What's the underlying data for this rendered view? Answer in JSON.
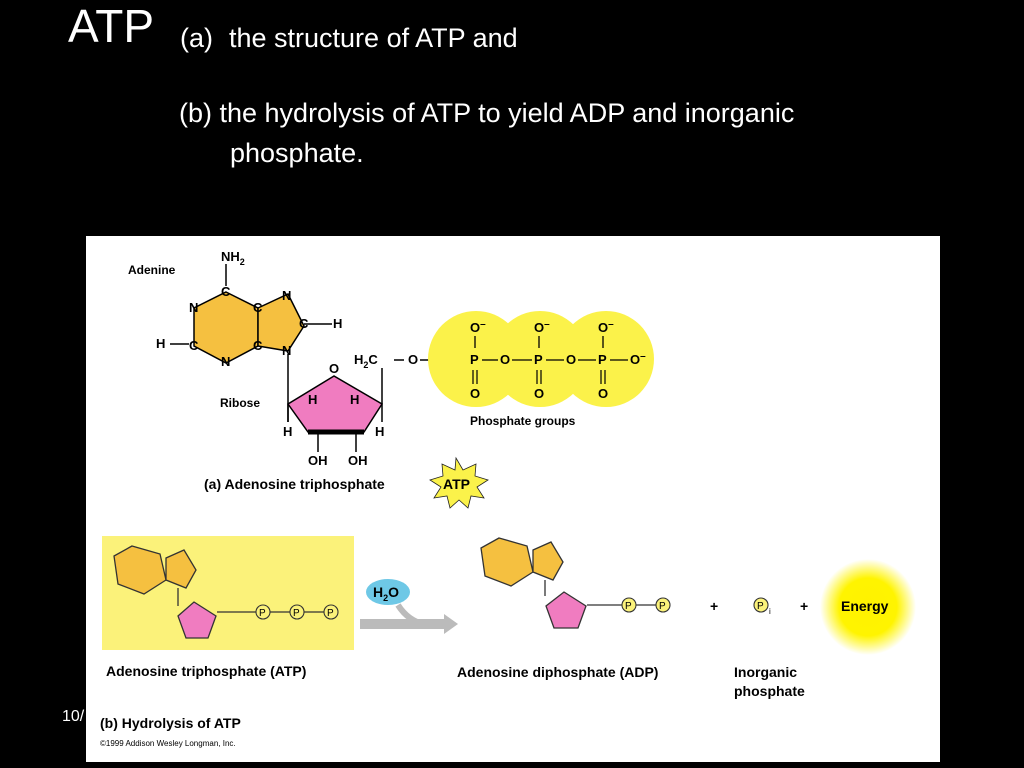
{
  "slide": {
    "title": "ATP",
    "line_a_marker": "(a)",
    "line_a_text": "the structure of ATP and",
    "line_b1": "(b) the hydrolysis of ATP to yield ADP and inorganic",
    "line_b2": "phosphate.",
    "footer_date": "10/"
  },
  "figure": {
    "adenine": {
      "label": "Adenine",
      "nh2": "NH",
      "nh2_sub": "2",
      "atoms": {
        "c": "C",
        "n": "N",
        "h": "H"
      }
    },
    "ribose": {
      "label": "Ribose",
      "o": "O",
      "h2c": "H",
      "h2c_sub": "2",
      "h2c_c": "C",
      "oh": "OH",
      "h": "H"
    },
    "phosphates": {
      "label": "Phosphate groups",
      "o_minus": "O",
      "minus": "–",
      "o": "O",
      "p": "P"
    },
    "part_a_caption": "(a)  Adenosine triphosphate",
    "atp_badge": "ATP",
    "h2o": {
      "h": "H",
      "sub": "2",
      "o": "O"
    },
    "p_symbol": "P",
    "pi_sub": "i",
    "plus": "+",
    "energy": "Energy",
    "atp_label": "Adenosine triphosphate  (ATP)",
    "adp_label": "Adenosine diphosphate  (ADP)",
    "inorganic_line1": "Inorganic",
    "inorganic_line2": "phosphate",
    "part_b_caption": "(b)  Hydrolysis of ATP",
    "copyright": "©1999 Addison Wesley Longman, Inc."
  },
  "colors": {
    "background": "#000000",
    "adenine_ring": "#f5c040",
    "ribose_ring": "#f07cc0",
    "phosphate_glow": "#fbf24a",
    "atp_highlight_box": "#fbf27a",
    "h2o_bubble": "#6ec8e6",
    "energy_glow": "#fff200"
  }
}
